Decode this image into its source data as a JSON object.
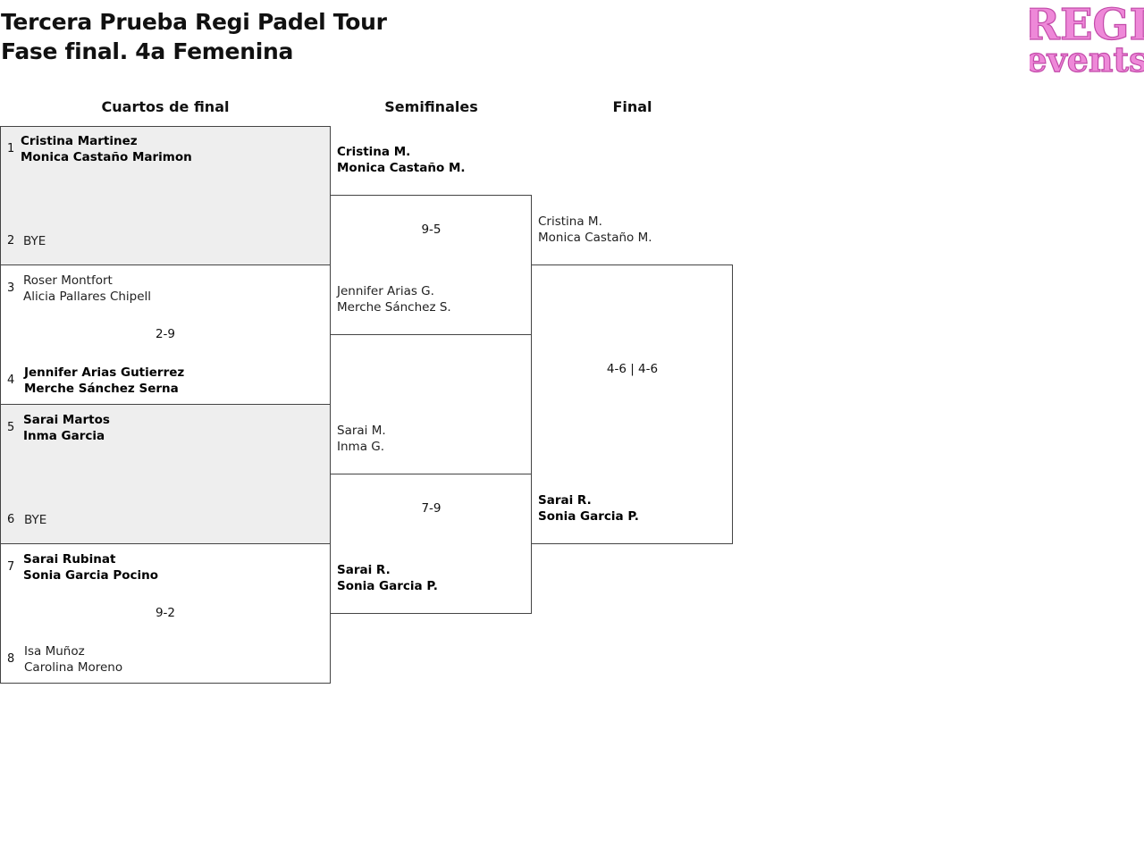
{
  "header": {
    "title_line1": "Tercera Prueba Regi Padel Tour",
    "title_line2": "Fase final. 4a Femenina"
  },
  "logo": {
    "line1": "REGI",
    "line2": "events",
    "color": "#ee88d8",
    "outline": "#c24aa9"
  },
  "rounds": {
    "quarterfinals": "Cuartos de final",
    "semifinals": "Semifinales",
    "final": "Final"
  },
  "quarterfinals": [
    {
      "seed_a": "1",
      "team_a": [
        "Cristina Martinez",
        "Monica Castaño Marimon"
      ],
      "seed_b": "2",
      "team_b": [
        "BYE"
      ],
      "score": ""
    },
    {
      "seed_a": "3",
      "team_a": [
        "Roser Montfort",
        "Alicia Pallares Chipell"
      ],
      "seed_b": "4",
      "team_b": [
        "Jennifer Arias Gutierrez",
        "Merche Sánchez Serna"
      ],
      "score": "2-9"
    },
    {
      "seed_a": "5",
      "team_a": [
        "Sarai Martos",
        "Inma Garcia"
      ],
      "seed_b": "6",
      "team_b": [
        "BYE"
      ],
      "score": ""
    },
    {
      "seed_a": "7",
      "team_a": [
        "Sarai Rubinat",
        "Sonia Garcia Pocino"
      ],
      "seed_b": "8",
      "team_b": [
        "Isa Muñoz",
        "Carolina Moreno"
      ],
      "score": "9-2"
    }
  ],
  "semifinals": [
    {
      "team_a": [
        "Cristina M.",
        "Monica Castaño M."
      ],
      "team_b": [
        "Jennifer Arias G.",
        "Merche Sánchez S."
      ],
      "score": "9-5"
    },
    {
      "team_a": [
        "Sarai M.",
        "Inma G."
      ],
      "team_b": [
        "Sarai R.",
        "Sonia Garcia P."
      ],
      "score": "7-9"
    }
  ],
  "final": {
    "team_a": [
      "Cristina M.",
      "Monica Castaño M."
    ],
    "team_b": [
      "Sarai R.",
      "Sonia Garcia P."
    ],
    "score": "4-6 | 4-6"
  },
  "colors": {
    "shade": "#eeeeee",
    "border": "#444444"
  }
}
